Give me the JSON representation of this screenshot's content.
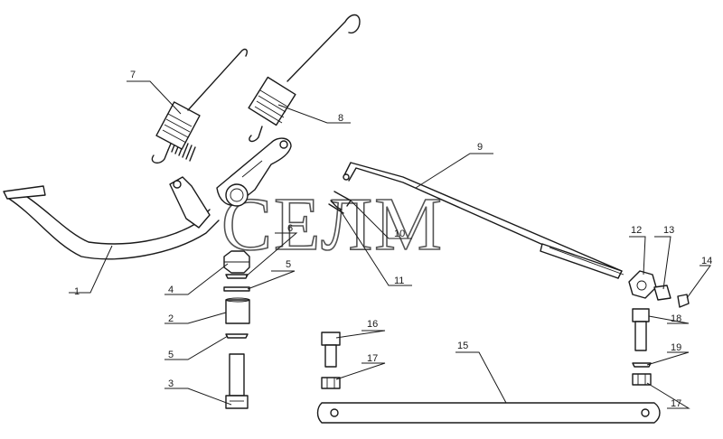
{
  "watermark": "СЕЛМ",
  "callouts": [
    {
      "id": "c1",
      "label": "1"
    },
    {
      "id": "c2",
      "label": "2"
    },
    {
      "id": "c3",
      "label": "3"
    },
    {
      "id": "c4",
      "label": "4"
    },
    {
      "id": "c5a",
      "label": "5"
    },
    {
      "id": "c5b",
      "label": "5"
    },
    {
      "id": "c6",
      "label": "6"
    },
    {
      "id": "c7",
      "label": "7"
    },
    {
      "id": "c8",
      "label": "8"
    },
    {
      "id": "c9",
      "label": "9"
    },
    {
      "id": "c10",
      "label": "10"
    },
    {
      "id": "c11",
      "label": "11"
    },
    {
      "id": "c12",
      "label": "12"
    },
    {
      "id": "c13",
      "label": "13"
    },
    {
      "id": "c14",
      "label": "14"
    },
    {
      "id": "c15",
      "label": "15"
    },
    {
      "id": "c16",
      "label": "16"
    },
    {
      "id": "c17a",
      "label": "17"
    },
    {
      "id": "c17b",
      "label": "17"
    },
    {
      "id": "c18",
      "label": "18"
    },
    {
      "id": "c19",
      "label": "19"
    }
  ]
}
